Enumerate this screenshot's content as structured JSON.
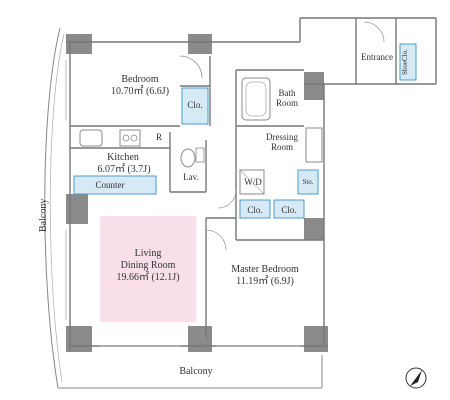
{
  "rooms": {
    "bedroom": {
      "name": "Bedroom",
      "area": "10.70㎡ (6.6J)"
    },
    "kitchen": {
      "name": "Kitchen",
      "area": "6.07㎡ (3.7J)"
    },
    "living": {
      "name1": "Living",
      "name2": "Dining Room",
      "area": "19.66㎡ (12.1J)"
    },
    "master": {
      "name": "Master Bedroom",
      "area": "11.19㎡ (6.9J)"
    },
    "bath": {
      "name1": "Bath",
      "name2": "Room"
    },
    "dressing": {
      "name1": "Dressing",
      "name2": "Room"
    },
    "entrance": {
      "name": "Entrance"
    }
  },
  "labels": {
    "clo": "Clo.",
    "lav": "Lav.",
    "r": "R",
    "counter": "Counter",
    "wd": "W/D",
    "sto": "Sto.",
    "shoe": "ShoeClo.",
    "balcony_left": "Balcony",
    "balcony_bottom": "Balcony"
  },
  "colors": {
    "wall": "#8a8a8a",
    "line": "#777777",
    "storage": "#d6eaf5",
    "storage_stroke": "#4a9cc9",
    "living_fill": "#f8dfea"
  },
  "icons": [
    "compass-icon"
  ]
}
